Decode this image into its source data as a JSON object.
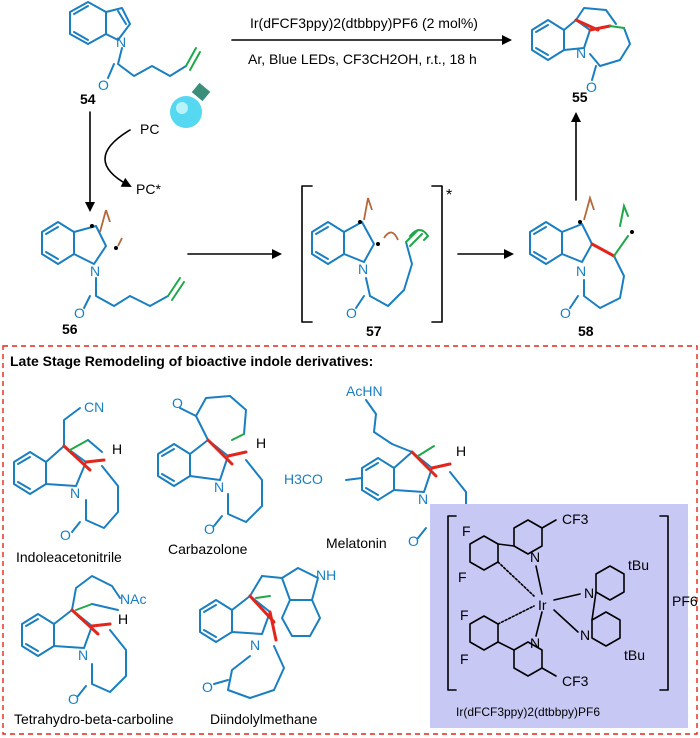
{
  "top": {
    "compound_54": "54",
    "compound_55": "55",
    "compound_56": "56",
    "compound_57": "57",
    "compound_58": "58",
    "conditions_catalyst": "Ir(dFCF3ppy)2(dtbbpy)PF6 (2 mol%)",
    "conditions_env": "Ar, Blue LEDs, CF3CH2OH, r.t., 18 h",
    "pc": "PC",
    "pc_star": "PC*",
    "bracket_star": "*"
  },
  "bottom": {
    "section_title": "Late Stage Remodeling of bioactive indole derivatives:",
    "names": [
      "Indoleacetonitrile",
      "Carbazolone",
      "Melatonin",
      "Tetrahydro-beta-carboline",
      "Diindolylmethane"
    ],
    "atoms": {
      "cn": "CN",
      "acnh": "AcHN",
      "h3co": "H3CO",
      "nac": "NAc",
      "nh": "NH",
      "n": "N",
      "o": "O",
      "h": "H"
    }
  },
  "catalyst": {
    "caption": "Ir(dFCF3ppy)2(dtbbpy)PF6",
    "ir": "Ir",
    "pf6": "PF6",
    "cf3": "CF3",
    "tbu": "tBu",
    "f": "F",
    "n": "N"
  },
  "colors": {
    "bond_blue": "#1a7fc1",
    "new_bond_red": "#e3261b",
    "radical_green": "#1fa84a",
    "box_border": "#e3261b",
    "catalyst_panel": "#c8c8f4",
    "bulb": "#55d8f0"
  }
}
